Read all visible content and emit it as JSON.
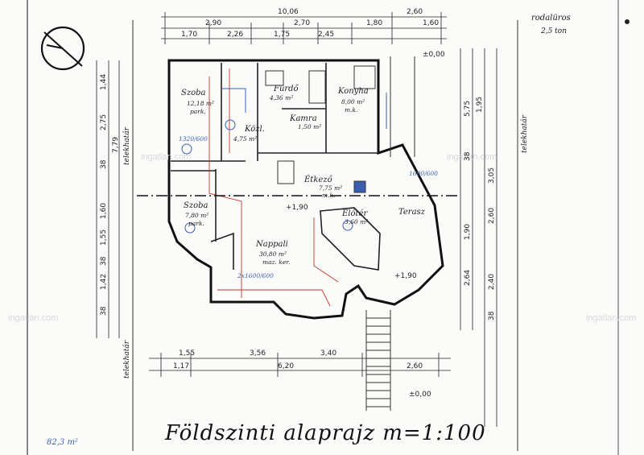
{
  "drawing": {
    "title": "Földszinti alaprajz m=1:100",
    "area_note": "82,3 m²",
    "north_label": "",
    "watermark": "ingatlan.com"
  },
  "top_note": {
    "line1": "rodalüros",
    "line2": "2,5 ton"
  },
  "boundary_labels": {
    "left": "telekhatár",
    "right": "telekhatár",
    "bottom_left": "telekhatár"
  },
  "dimensions": {
    "top_overall": "10,06",
    "top_right": "2,60",
    "top_row2": [
      "2,90",
      "2,70",
      "1,80",
      "1,60"
    ],
    "top_row3": [
      "1,70",
      "2,26",
      "1,75",
      "2,45"
    ],
    "bottom_row1": [
      "1,55",
      "3,56",
      "3,40"
    ],
    "bottom_row2": [
      "1,17",
      "6,20",
      "2,60"
    ],
    "left_col": [
      "1,44",
      "2,75",
      "7,79",
      "38",
      "1,60",
      "1,55",
      "38",
      "1,42",
      "38"
    ],
    "right_col": [
      "5,75",
      "1,95",
      "38",
      "3,05",
      "2,60",
      "1,90",
      "2,64",
      "2,40",
      "38"
    ],
    "elevation_top": "±0,00",
    "elevation_bottom": "±0,00"
  },
  "rooms": [
    {
      "name": "Szoba",
      "area": "12,18 m²",
      "floor": "park."
    },
    {
      "name": "Fürdő",
      "area": "4,36 m²",
      "floor": ""
    },
    {
      "name": "Konyha",
      "area": "8,00 m²",
      "floor": "m.k."
    },
    {
      "name": "Kamra",
      "area": "1,50 m²",
      "floor": ""
    },
    {
      "name": "Közl.",
      "area": "4,75 m²",
      "floor": ""
    },
    {
      "name": "Étkező",
      "area": "7,75 m²",
      "floor": "m.k."
    },
    {
      "name": "Szoba",
      "area": "7,80 m²",
      "floor": "park."
    },
    {
      "name": "Nappali",
      "area": "30,80 m²",
      "floor": "maz. ker."
    },
    {
      "name": "Előtér",
      "area": "3,60 m²",
      "floor": ""
    },
    {
      "name": "Terasz",
      "area": "",
      "floor": ""
    }
  ],
  "levels": {
    "living": "+1,90",
    "terrace": "+1,90"
  },
  "radiators": {
    "r1": "1320/600",
    "r2": "2x1600/600",
    "r3": "1600/600"
  }
}
